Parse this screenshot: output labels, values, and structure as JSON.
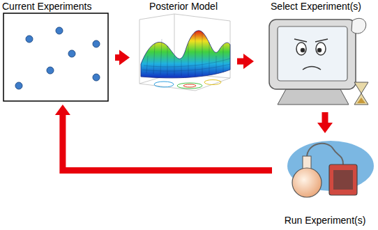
{
  "diagram": {
    "nodes": [
      {
        "text": [
          "Current Experiments"
        ]
      },
      {
        "text": [
          "Posterior Model"
        ]
      },
      {
        "text": [
          "Select Experiment(s)"
        ]
      },
      {
        "text": [
          "Run Experiment(s)"
        ]
      }
    ],
    "edges": [
      {
        "from": 0,
        "to": 1,
        "arrow": "to"
      },
      {
        "from": 1,
        "to": 2,
        "arrow": "to"
      },
      {
        "from": 2,
        "to": 3,
        "arrow": "to"
      },
      {
        "from": 3,
        "to": 0,
        "arrow": "to"
      }
    ]
  }
}
